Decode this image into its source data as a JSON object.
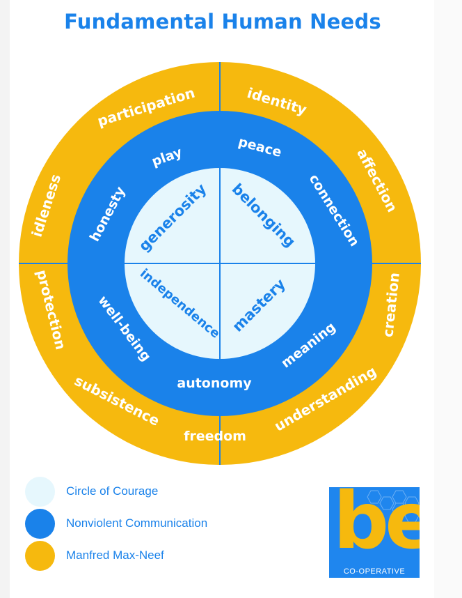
{
  "title": "Fundamental Human Needs",
  "colors": {
    "title": "#1a82ea",
    "outer": "#f6b90e",
    "middle": "#1a82ea",
    "inner": "#e6f7fd",
    "divider": "#1a82ea",
    "inner_text": "#1a82ea",
    "middle_text": "#ffffff",
    "outer_text": "#ffffff"
  },
  "inner_ring": [
    "generosity",
    "belonging",
    "independence",
    "mastery"
  ],
  "middle_ring": [
    "play",
    "peace",
    "honesty",
    "connection",
    "well-being",
    "meaning",
    "autonomy"
  ],
  "outer_ring": [
    "participation",
    "identity",
    "idleness",
    "affection",
    "protection",
    "creation",
    "subsistence",
    "understanding",
    "freedom"
  ],
  "legend": [
    {
      "label": "Circle of Courage",
      "color": "#e6f7fd"
    },
    {
      "label": "Nonviolent Communication",
      "color": "#1a82ea"
    },
    {
      "label": "Manfred Max-Neef",
      "color": "#f6b90e"
    }
  ],
  "logo": {
    "mark": "be",
    "sub": "CO-OPERATIVE",
    "mark_color": "#f6b90e",
    "sub_color": "#ffffff"
  }
}
